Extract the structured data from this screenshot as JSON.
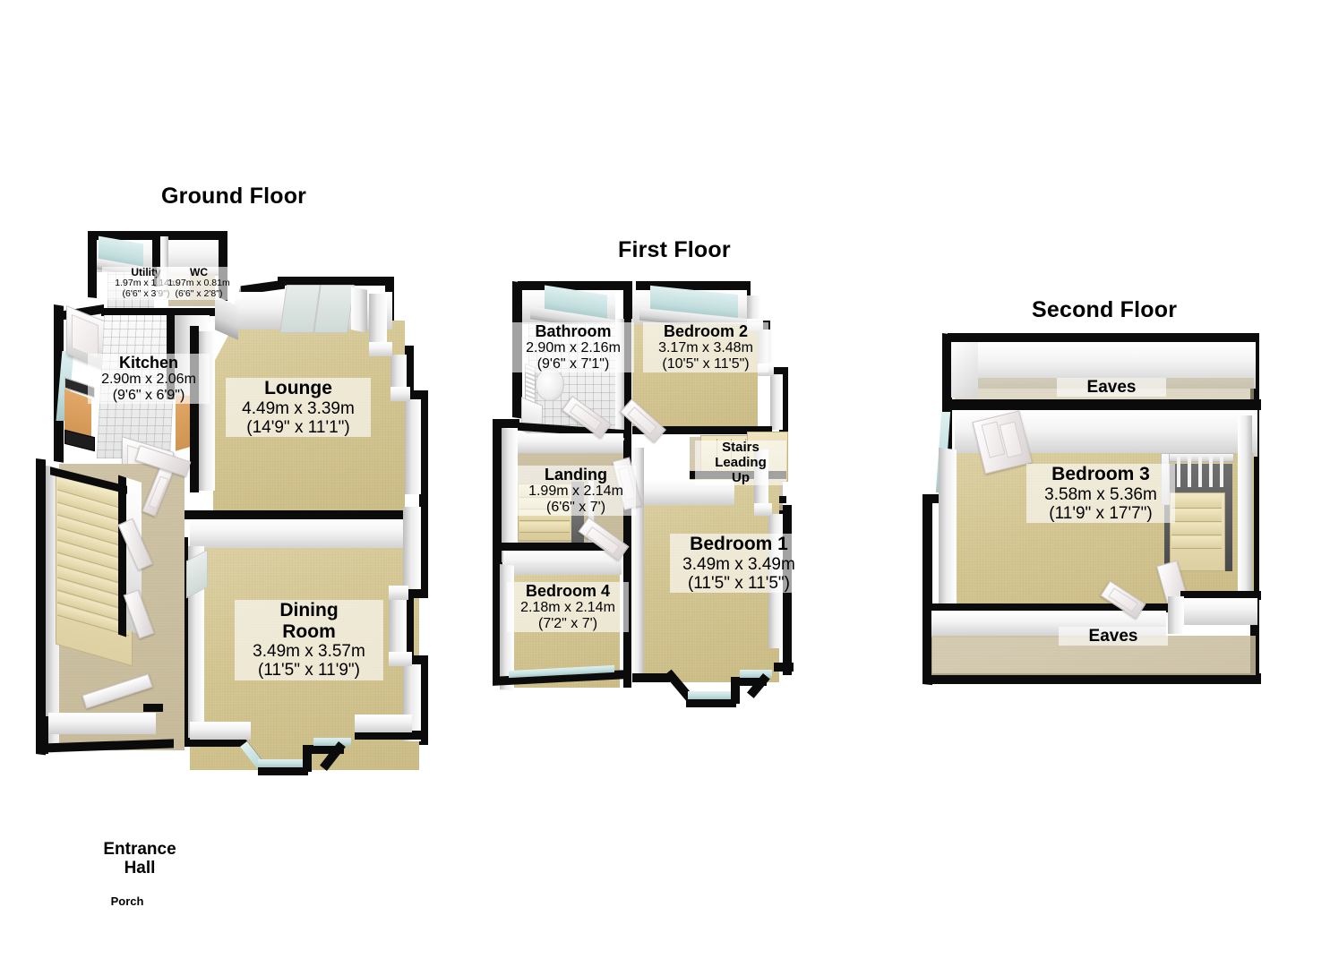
{
  "document": {
    "type": "floor-plan",
    "background_color": "#ffffff",
    "floor_color": "#d6c893",
    "wall_color": "#ffffff",
    "wall_outline_color": "#0b0b0b",
    "label_bg_color": "rgba(255,255,255,0.62)",
    "text_color": "#000000"
  },
  "floors": [
    {
      "id": "ground",
      "title": "Ground Floor",
      "rooms": [
        {
          "name": "Utility",
          "metric": "1.97m x 1.14m",
          "imperial": "(6'6\" x 3'9\")"
        },
        {
          "name": "WC",
          "metric": "1.97m x 0.81m",
          "imperial": "(6'6\" x 2'8\")"
        },
        {
          "name": "Kitchen",
          "metric": "2.90m x 2.06m",
          "imperial": "(9'6\" x 6'9\")"
        },
        {
          "name": "Lounge",
          "metric": "4.49m x 3.39m",
          "imperial": "(14'9\" x 11'1\")"
        },
        {
          "name": "Dining Room",
          "metric": "3.49m x 3.57m",
          "imperial": "(11'5\" x 11'9\")"
        },
        {
          "name": "Entrance Hall",
          "metric": "",
          "imperial": ""
        },
        {
          "name": "Porch",
          "metric": "",
          "imperial": ""
        }
      ]
    },
    {
      "id": "first",
      "title": "First Floor",
      "rooms": [
        {
          "name": "Bathroom",
          "metric": "2.90m x 2.16m",
          "imperial": "(9'6\" x 7'1\")"
        },
        {
          "name": "Bedroom 2",
          "metric": "3.17m x 3.48m",
          "imperial": "(10'5\" x 11'5\")"
        },
        {
          "name": "Landing",
          "metric": "1.99m x 2.14m",
          "imperial": "(6'6\" x 7')"
        },
        {
          "name": "Bedroom 1",
          "metric": "3.49m x 3.49m",
          "imperial": "(11'5\" x 11'5\")"
        },
        {
          "name": "Bedroom 4",
          "metric": "2.18m x 2.14m",
          "imperial": "(7'2\" x 7')"
        },
        {
          "name": "Stairs Leading Up",
          "metric": "",
          "imperial": ""
        }
      ]
    },
    {
      "id": "second",
      "title": "Second Floor",
      "rooms": [
        {
          "name": "Eaves",
          "metric": "",
          "imperial": ""
        },
        {
          "name": "Bedroom 3",
          "metric": "3.58m x 5.36m",
          "imperial": "(11'9\" x 17'7\")"
        },
        {
          "name": "Eaves",
          "metric": "",
          "imperial": ""
        }
      ]
    }
  ],
  "labels": {
    "ground": {
      "utility_name": "Utility",
      "utility_metric": "1.97m x 1.14m",
      "utility_imperial": "(6'6\" x 3'9\")",
      "wc_name": "WC",
      "wc_metric": "1.97m x 0.81m",
      "wc_imperial": "(6'6\" x 2'8\")",
      "kitchen_name": "Kitchen",
      "kitchen_metric": "2.90m x 2.06m",
      "kitchen_imperial": "(9'6\" x 6'9\")",
      "lounge_name": "Lounge",
      "lounge_metric": "4.49m x 3.39m",
      "lounge_imperial": "(14'9\" x 11'1\")",
      "dining_name": "Dining",
      "dining_name2": "Room",
      "dining_metric": "3.49m x 3.57m",
      "dining_imperial": "(11'5\" x 11'9\")",
      "hall_name": "Entrance",
      "hall_name2": "Hall",
      "porch_name": "Porch"
    },
    "first": {
      "bathroom_name": "Bathroom",
      "bathroom_metric": "2.90m x 2.16m",
      "bathroom_imperial": "(9'6\" x 7'1\")",
      "bed2_name": "Bedroom 2",
      "bed2_metric": "3.17m x 3.48m",
      "bed2_imperial": "(10'5\" x 11'5\")",
      "landing_name": "Landing",
      "landing_metric": "1.99m x 2.14m",
      "landing_imperial": "(6'6\" x 7')",
      "bed1_name": "Bedroom 1",
      "bed1_metric": "3.49m x 3.49m",
      "bed1_imperial": "(11'5\" x 11'5\")",
      "bed4_name": "Bedroom 4",
      "bed4_metric": "2.18m x 2.14m",
      "bed4_imperial": "(7'2\" x 7')",
      "stairs_line1": "Stairs",
      "stairs_line2": "Leading",
      "stairs_line3": "Up"
    },
    "second": {
      "eaves_top": "Eaves",
      "bed3_name": "Bedroom 3",
      "bed3_metric": "3.58m x 5.36m",
      "bed3_imperial": "(11'9\" x 17'7\")",
      "eaves_bottom": "Eaves"
    }
  },
  "titles": {
    "ground": "Ground Floor",
    "first": "First Floor",
    "second": "Second Floor"
  }
}
